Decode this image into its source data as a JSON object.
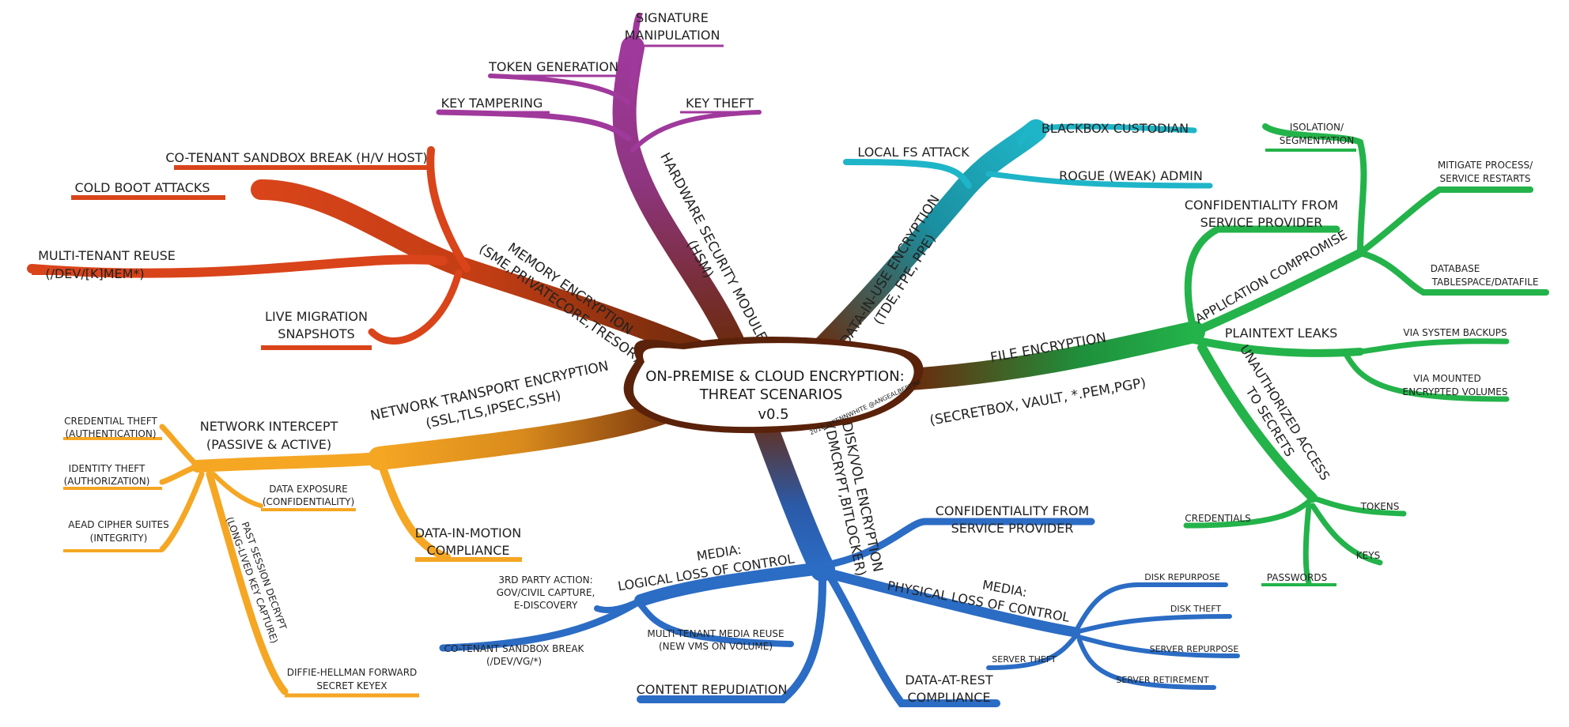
{
  "center": {
    "title_line1": "ON-PREMISE & CLOUD ENCRYPTION:",
    "title_line2": "THREAT SCENARIOS",
    "version": "v0.5",
    "credit": "2016 @KENNWHITE @ANGEALBERTINI"
  },
  "colors": {
    "hsm": "#a0399c",
    "memory": "#d9441a",
    "network": "#f5a623",
    "data_in_use": "#1fb5c8",
    "file": "#23b34a",
    "disk": "#2b6cc4",
    "center_brown": "#6b2a0c"
  },
  "branches": {
    "hsm": {
      "name_line1": "HARDWARE SECURITY MODULES",
      "name_line2": "(HSM)",
      "leaves": {
        "signature_line1": "SIGNATURE",
        "signature_line2": "MANIPULATION",
        "token_generation": "TOKEN GENERATION",
        "key_tampering": "KEY TAMPERING",
        "key_theft": "KEY THEFT"
      }
    },
    "memory": {
      "name_line1": "MEMORY ENCRYPTION",
      "name_line2": "(SME,PRIVATECORE,TRESOR)",
      "leaves": {
        "cotenant_sandbox": "CO-TENANT SANDBOX BREAK (H/V HOST)",
        "cold_boot": "COLD BOOT ATTACKS",
        "multitenant_line1": "MULTI-TENANT REUSE",
        "multitenant_line2": "(/DEV/[K]MEM*)",
        "live_migration_line1": "LIVE MIGRATION",
        "live_migration_line2": "SNAPSHOTS"
      }
    },
    "network": {
      "name_line1": "NETWORK TRANSPORT ENCRYPTION",
      "name_line2": "(SSL,TLS,IPSEC,SSH)",
      "intercept_line1": "NETWORK INTERCEPT",
      "intercept_line2": "(PASSIVE & ACTIVE)",
      "leaves": {
        "credential_theft_line1": "CREDENTIAL THEFT",
        "credential_theft_line2": "(AUTHENTICATION)",
        "identity_theft_line1": "IDENTITY THEFT",
        "identity_theft_line2": "(AUTHORIZATION)",
        "aead_line1": "AEAD CIPHER SUITES",
        "aead_line2": "(INTEGRITY)",
        "data_exposure_line1": "DATA EXPOSURE",
        "data_exposure_line2": "(CONFIDENTIALITY)",
        "past_session_line1": "PAST SESSION DECRYPT",
        "past_session_line2": "(LONG-LIVED KEY CAPTURE)",
        "dh_line1": "DIFFIE-HELLMAN FORWARD",
        "dh_line2": "SECRET KEYEX",
        "compliance_line1": "DATA-IN-MOTION",
        "compliance_line2": "COMPLIANCE"
      }
    },
    "data_in_use": {
      "name_line1": "DATA-IN-USE ENCRYPTION",
      "name_line2": "(TDE, FPE, PPE)",
      "leaves": {
        "local_fs": "LOCAL FS ATTACK",
        "blackbox": "BLACKBOX CUSTODIAN",
        "rogue_admin": "ROGUE (WEAK) ADMIN"
      }
    },
    "file": {
      "name_line1": "FILE ENCRYPTION",
      "name_line2": "(SECRETBOX, VAULT, *.PEM,PGP)",
      "confidentiality_line1": "CONFIDENTIALITY FROM",
      "confidentiality_line2": "SERVICE PROVIDER",
      "app_compromise": "APPLICATION COMPROMISE",
      "isolation_line1": "ISOLATION/",
      "isolation_line2": "SEGMENTATION",
      "mitigate_line1": "MITIGATE PROCESS/",
      "mitigate_line2": "SERVICE RESTARTS",
      "database_line1": "DATABASE",
      "database_line2": "TABLESPACE/DATAFILE",
      "plaintext_leaks": "PLAINTEXT LEAKS",
      "via_backups": "VIA SYSTEM BACKUPS",
      "via_mounted_line1": "VIA MOUNTED",
      "via_mounted_line2": "ENCRYPTED VOLUMES",
      "unauth_line1": "UNAUTHORIZED ACCESS",
      "unauth_line2": "TO SECRETS",
      "credentials": "CREDENTIALS",
      "tokens": "TOKENS",
      "keys": "KEYS",
      "passwords": "PASSWORDS"
    },
    "disk": {
      "name_line1": "DISK/VOL ENCRYPTION",
      "name_line2": "(DMCRYPT,BITLOCKER)",
      "logical_line1": "MEDIA:",
      "logical_line2": "LOGICAL LOSS OF CONTROL",
      "third_party_line1": "3RD PARTY ACTION:",
      "third_party_line2": "GOV/CIVIL CAPTURE,",
      "third_party_line3": "E-DISCOVERY",
      "cotenant_line1": "CO-TENANT SANDBOX BREAK",
      "cotenant_line2": "(/DEV/VG/*)",
      "multitenant_media_line1": "MULTI-TENANT MEDIA REUSE",
      "multitenant_media_line2": "(NEW VMS ON VOLUME)",
      "content_repudiation": "CONTENT REPUDIATION",
      "confidentiality_line1": "CONFIDENTIALITY FROM",
      "confidentiality_line2": "SERVICE PROVIDER",
      "physical_line1": "MEDIA:",
      "physical_line2": "PHYSICAL LOSS OF CONTROL",
      "disk_repurpose": "DISK REPURPOSE",
      "disk_theft": "DISK THEFT",
      "server_repurpose": "SERVER REPURPOSE",
      "server_theft": "SERVER THEFT",
      "server_retirement": "SERVER RETIREMENT",
      "dar_line1": "DATA-AT-REST",
      "dar_line2": "COMPLIANCE"
    }
  }
}
